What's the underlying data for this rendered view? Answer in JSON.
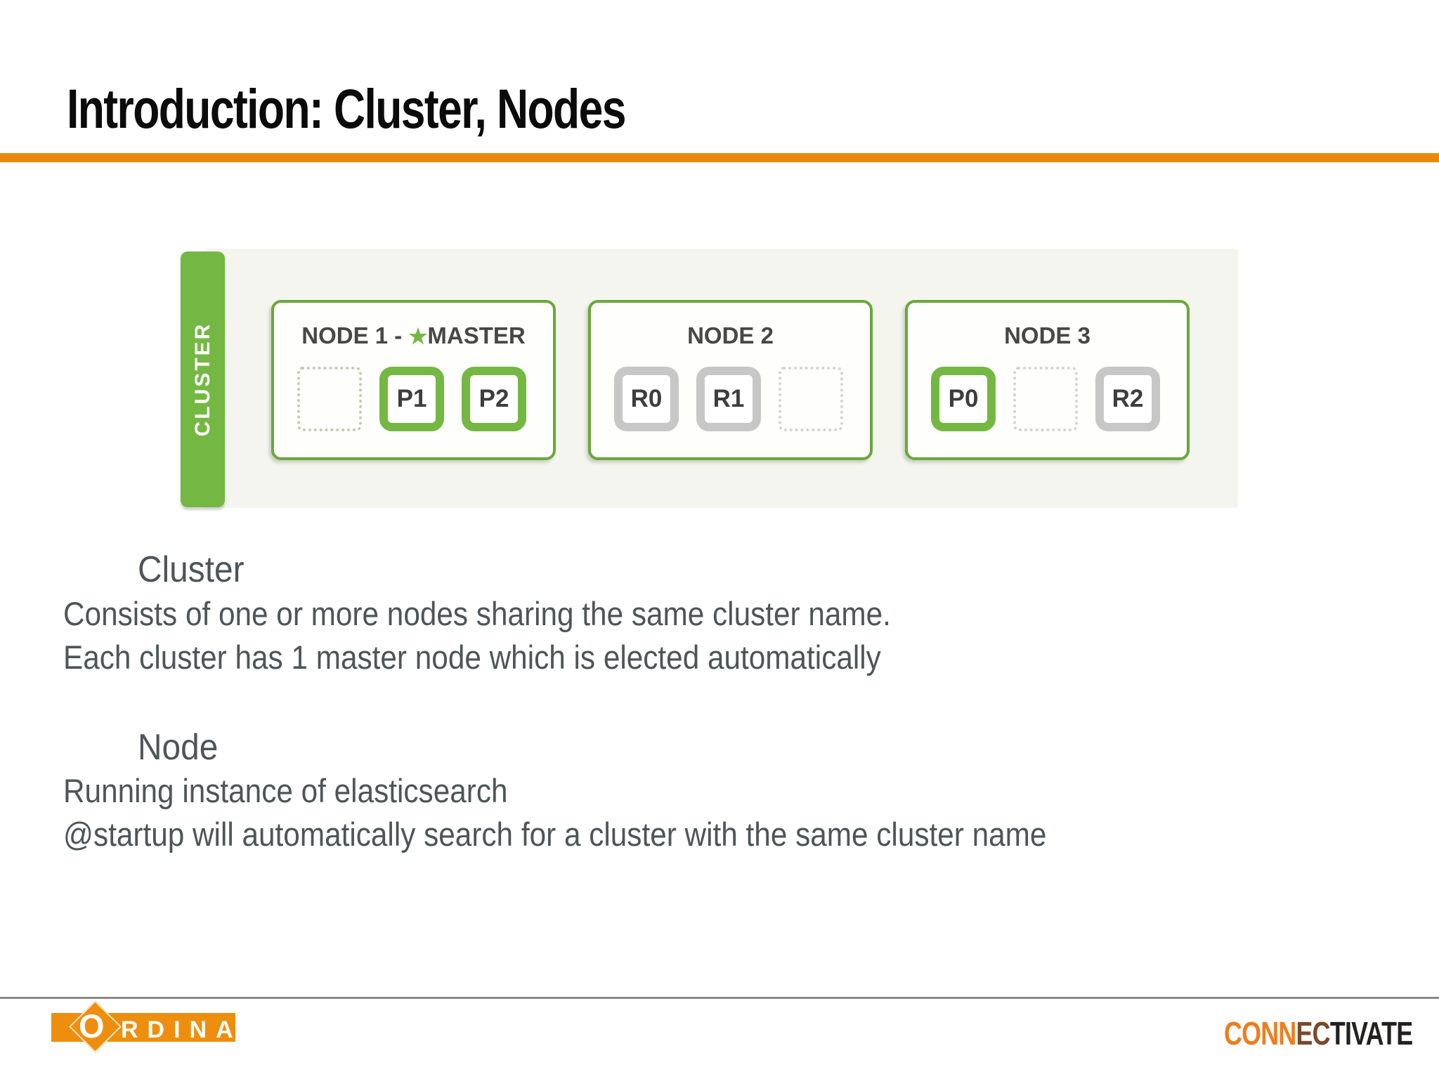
{
  "slide": {
    "title": "Introduction: Cluster, Nodes"
  },
  "diagram": {
    "cluster_label": "CLUSTER",
    "nodes": [
      {
        "title_prefix": "NODE 1 - ",
        "master_star": "★",
        "title_suffix": "MASTER",
        "shards": [
          {
            "type": "empty",
            "label": ""
          },
          {
            "type": "primary",
            "label": "P1"
          },
          {
            "type": "primary",
            "label": "P2"
          }
        ]
      },
      {
        "title": "NODE 2",
        "shards": [
          {
            "type": "replica",
            "label": "R0"
          },
          {
            "type": "replica",
            "label": "R1"
          },
          {
            "type": "empty",
            "label": ""
          }
        ]
      },
      {
        "title": "NODE 3",
        "shards": [
          {
            "type": "primary",
            "label": "P0"
          },
          {
            "type": "empty",
            "label": ""
          },
          {
            "type": "replica",
            "label": "R2"
          }
        ]
      }
    ]
  },
  "sections": [
    {
      "heading": "Cluster",
      "lines": [
        "Consists of one or more nodes sharing the same cluster name.",
        "Each cluster has 1 master node which is elected automatically"
      ]
    },
    {
      "heading": "Node",
      "lines": [
        "Running instance of elasticsearch",
        "@startup will automatically search for a cluster with the same cluster name"
      ]
    }
  ],
  "footer": {
    "ordina": {
      "o": "O",
      "rest": "RDINA"
    },
    "connectivate": {
      "part1": "CONN",
      "part2": "EC",
      "part3": "TIVATE"
    }
  },
  "colors": {
    "accent_green": "#74B843",
    "rule_orange": "#E8890B",
    "ordina_orange": "#EE8E0E",
    "replica_gray": "#C7C7C7",
    "body_text": "#4E5559"
  }
}
